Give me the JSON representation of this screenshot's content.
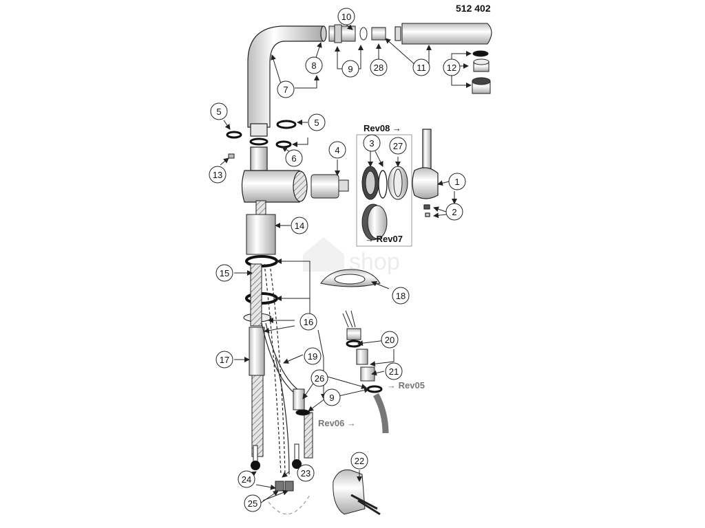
{
  "document_number": "512 402",
  "watermark": "shop",
  "revisions": {
    "rev08": "Rev08 →",
    "rev07": "→ Rev07",
    "rev05": "→ Rev05",
    "rev06": "Rev06 →"
  },
  "callouts": {
    "c1": "1",
    "c2": "2",
    "c3": "3",
    "c4": "4",
    "c5a": "5",
    "c5b": "5",
    "c6": "6",
    "c7": "7",
    "c8": "8",
    "c9a": "9",
    "c9b": "9",
    "c10": "10",
    "c11": "11",
    "c12": "12",
    "c13": "13",
    "c14": "14",
    "c15": "15",
    "c16": "16",
    "c17": "17",
    "c18": "18",
    "c19": "19",
    "c20": "20",
    "c21": "21",
    "c22": "22",
    "c23": "23",
    "c24": "24",
    "c25": "25",
    "c26": "26",
    "c27": "27",
    "c28": "28"
  },
  "colors": {
    "line": "#222222",
    "fill_light": "#f2f2f2",
    "fill_mid": "#d9d9d9",
    "fill_dark": "#9a9a9a",
    "accent_black": "#111111"
  }
}
